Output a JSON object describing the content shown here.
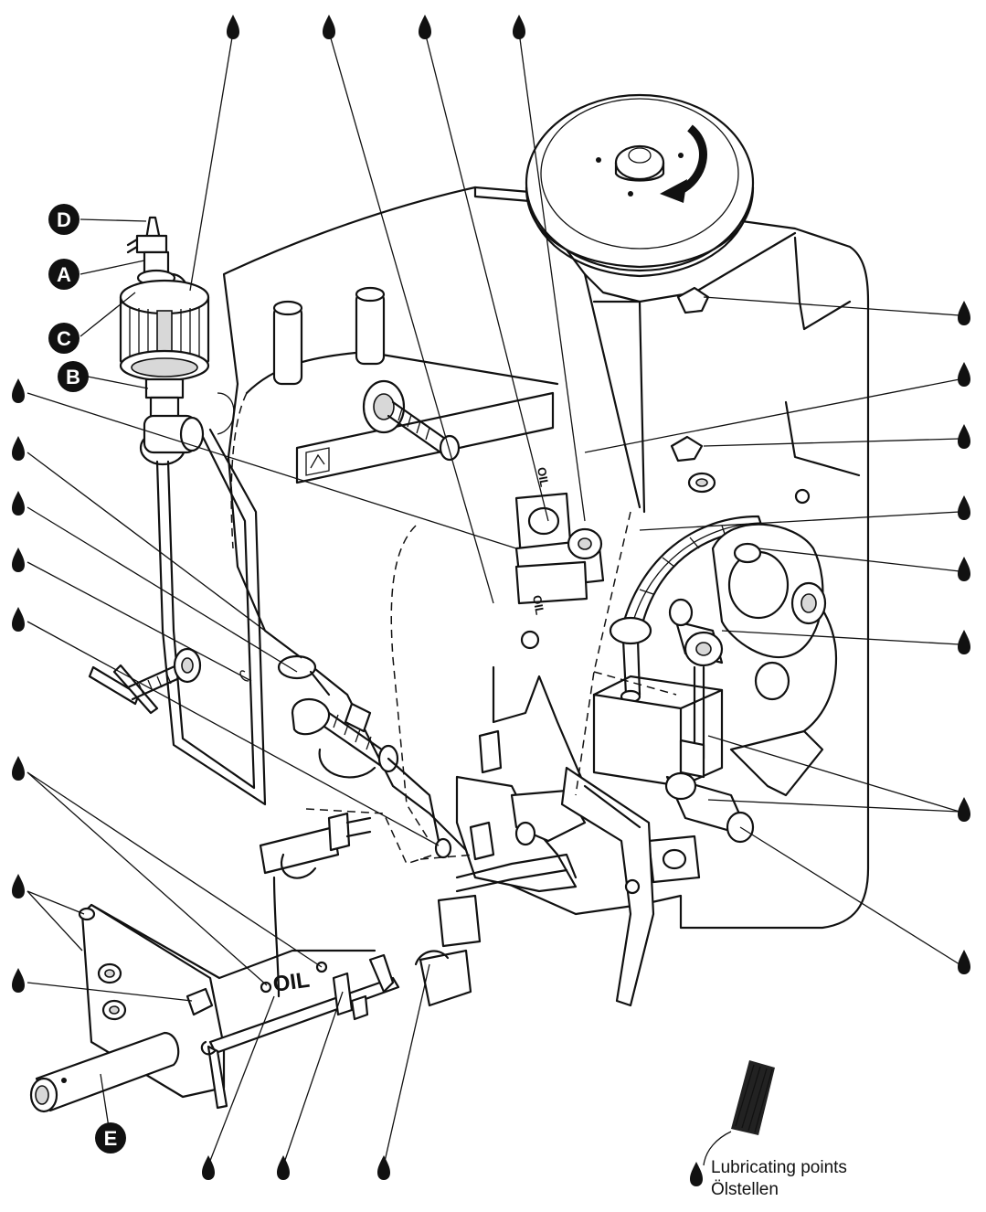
{
  "callouts": {
    "a": "A",
    "b": "B",
    "c": "C",
    "d": "D",
    "e": "E"
  },
  "machine_labels": {
    "oil_base": "OIL",
    "oil_head_upper": "OIL",
    "oil_head_lower": "OIL"
  },
  "legend": {
    "line1": "Lubricating points",
    "line2": "Ölstellen",
    "icon": "oil-drop-icon"
  },
  "colors": {
    "ink": "#111111",
    "paper": "#ffffff"
  }
}
